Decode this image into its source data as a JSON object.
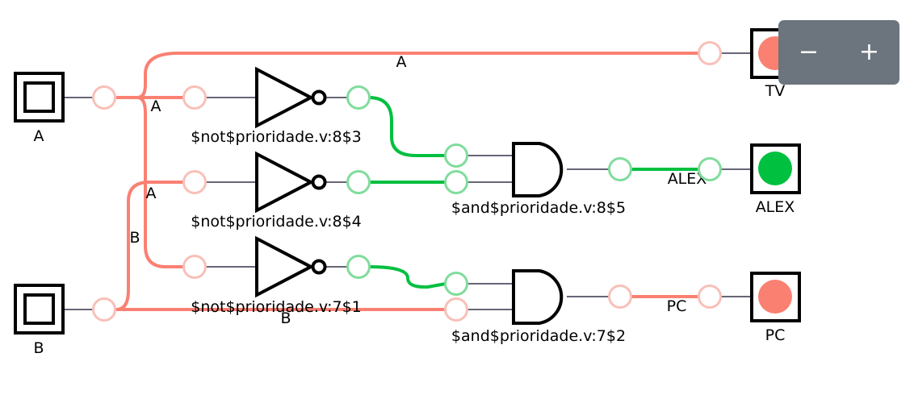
{
  "colors": {
    "off": "#fa8072",
    "on": "#00c040",
    "port_off": "#f8c0b8",
    "port_on": "#80dc9c",
    "link": "#666677",
    "zoom_bg": "#6c757d"
  },
  "inputs": [
    {
      "label": "A"
    },
    {
      "label": "B"
    }
  ],
  "gates": [
    {
      "type": "not",
      "label": "$not$prioridade.v:8$3"
    },
    {
      "type": "not",
      "label": "$not$prioridade.v:8$4"
    },
    {
      "type": "not",
      "label": "$not$prioridade.v:7$1"
    },
    {
      "type": "and",
      "label": "$and$prioridade.v:8$5"
    },
    {
      "type": "and",
      "label": "$and$prioridade.v:7$2"
    }
  ],
  "outputs": [
    {
      "label": "TV",
      "state": "off"
    },
    {
      "label": "ALEX",
      "state": "on"
    },
    {
      "label": "PC",
      "state": "off"
    }
  ],
  "wire_labels": {
    "a_top": "A",
    "a_mid1": "A",
    "a_mid2": "A",
    "b_left": "B",
    "b_bottom": "B",
    "alex": "ALEX",
    "pc": "PC"
  },
  "zoom": {
    "minus": "−",
    "plus": "+"
  }
}
